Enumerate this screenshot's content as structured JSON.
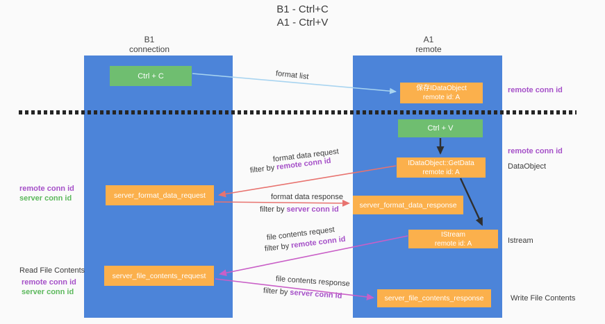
{
  "title": {
    "line1": "B1 - Ctrl+C",
    "line2": "A1 - Ctrl+V"
  },
  "columns": {
    "left": {
      "title": "B1",
      "subtitle": "connection"
    },
    "right": {
      "title": "A1",
      "subtitle": "remote"
    }
  },
  "boxes": {
    "ctrl_c": "Ctrl + C",
    "save_idataobject_line1": "保存IDataObject",
    "save_idataobject_line2": "remote id: A",
    "ctrl_v": "Ctrl + V",
    "getdata_line1": "IDataObject::GetData",
    "getdata_line2": "remote id: A",
    "format_request": "server_format_data_request",
    "format_response": "server_format_data_response",
    "istream_line1": "IStream",
    "istream_line2": "remote id: A",
    "file_request": "server_file_contents_request",
    "file_response": "server_file_contents_response"
  },
  "side_labels": {
    "left_remote_1": "remote conn id",
    "left_server_1": "server conn id",
    "read_file": "Read File Contents",
    "left_remote_2": "remote conn id",
    "left_server_2": "server conn id",
    "right_remote_1": "remote conn id",
    "right_remote_2": "remote conn id",
    "dataobject": "DataObject",
    "istream": "Istream",
    "write_file": "Write File Contents"
  },
  "flow_labels": {
    "format_list": "format list",
    "format_data_request": "format data request",
    "format_data_response": "format data response",
    "file_contents_request": "file contents request",
    "file_contents_response": "file contents response",
    "filter_by": "filter by",
    "remote_conn_id": "remote conn id",
    "server_conn_id": "server conn id"
  },
  "colors": {
    "column_blue": "#4C84D9",
    "box_orange": "#FBB04C",
    "box_green": "#6FBE70",
    "arrow_red": "#E8736F",
    "arrow_magenta": "#C95FC7",
    "arrow_blue": "#A8D4F0",
    "text_purple": "#A550C8",
    "text_green": "#5CB85C"
  }
}
